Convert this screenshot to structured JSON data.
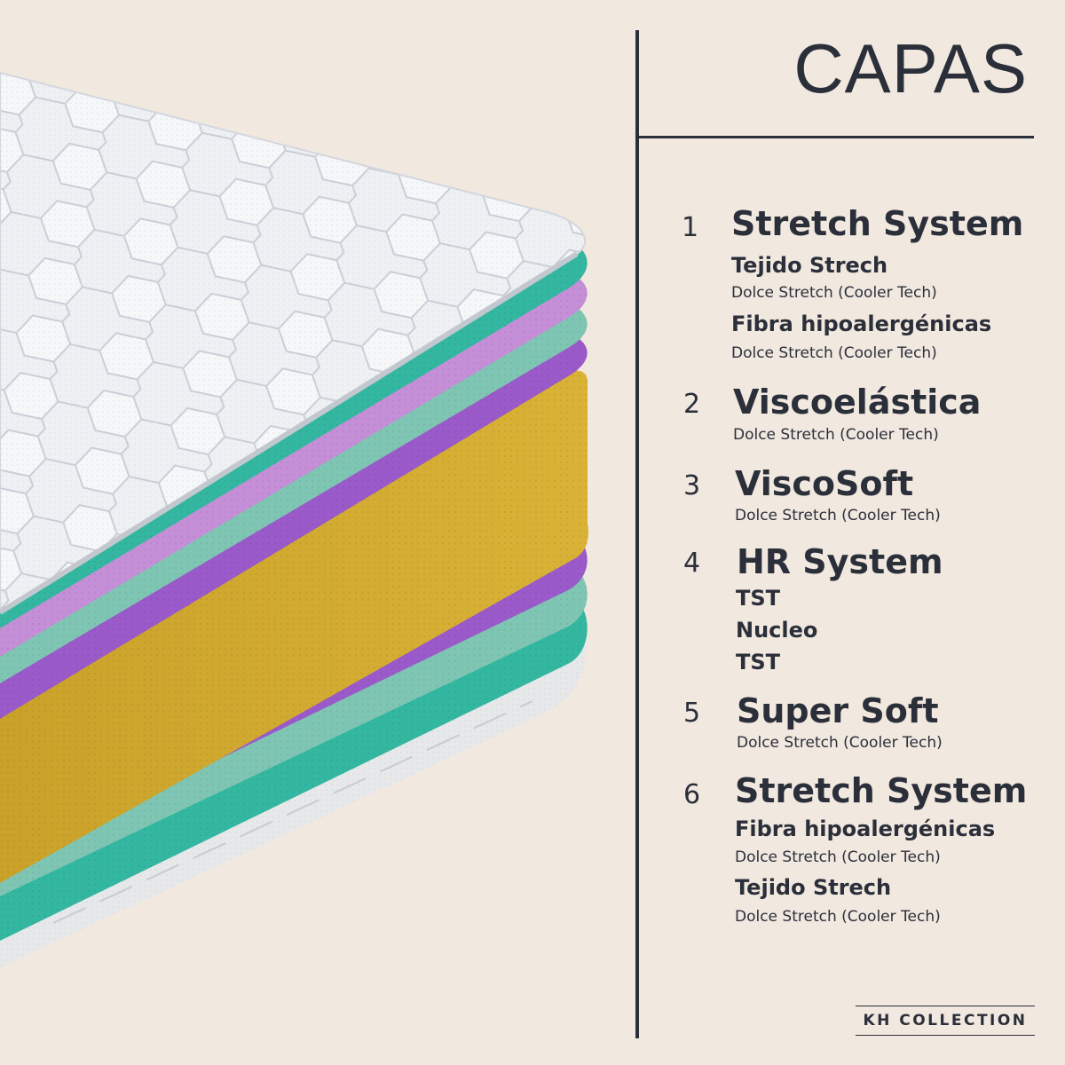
{
  "title": "CAPAS",
  "brand": "KH COLLECTION",
  "colors": {
    "background": "#f1e8df",
    "text": "#2b2f3a",
    "teal": "#34b7a0",
    "teal_light": "#7fc5b3",
    "lilac": "#c58fd8",
    "purple": "#9a5ac9",
    "yellow": "#d1a72c",
    "fabric": "#eef0f3"
  },
  "layers": [
    {
      "number": "1",
      "name": "Stretch System",
      "items": [
        {
          "label": "Tejido Strech",
          "detail": "Dolce Stretch (Cooler Tech)"
        },
        {
          "label": "Fibra hipoalergénicas",
          "detail": "Dolce Stretch (Cooler Tech)"
        }
      ]
    },
    {
      "number": "2",
      "name": "Viscoelástica",
      "detail": "Dolce Stretch (Cooler Tech)"
    },
    {
      "number": "3",
      "name": "ViscoSoft",
      "detail": "Dolce Stretch (Cooler Tech)"
    },
    {
      "number": "4",
      "name": "HR System",
      "items": [
        {
          "label": "TST"
        },
        {
          "label": "Nucleo"
        },
        {
          "label": "TST"
        }
      ]
    },
    {
      "number": "5",
      "name": "Super Soft",
      "detail": "Dolce Stretch (Cooler Tech)"
    },
    {
      "number": "6",
      "name": "Stretch System",
      "items": [
        {
          "label": "Fibra hipoalergénicas",
          "detail": "Dolce Stretch (Cooler Tech)"
        },
        {
          "label": "Tejido Strech",
          "detail": "Dolce Stretch (Cooler Tech)"
        }
      ]
    }
  ]
}
